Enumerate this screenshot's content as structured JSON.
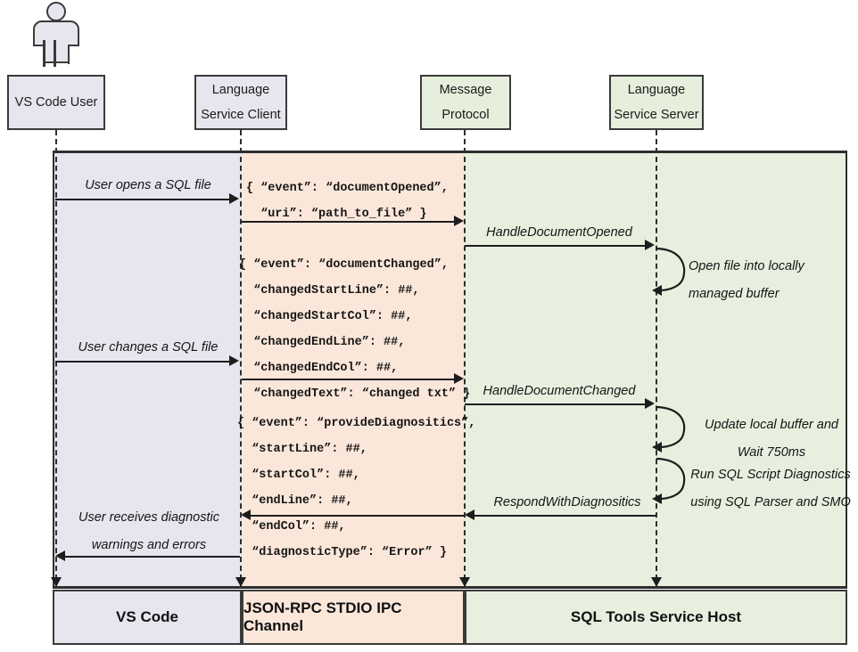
{
  "diagram": {
    "title": "SQL Tools Service sequence diagram",
    "actor": {
      "name": "vs-code-user-actor"
    },
    "lifelines": [
      {
        "id": "vs-code-user",
        "label_lines": [
          "VS Code User"
        ]
      },
      {
        "id": "language-service-client",
        "label_lines": [
          "Language",
          "Service Client"
        ]
      },
      {
        "id": "message-protocol",
        "label_lines": [
          "Message",
          "Protocol"
        ]
      },
      {
        "id": "language-service-server",
        "label_lines": [
          "Language",
          "Service Server"
        ]
      }
    ],
    "messages": [
      {
        "id": "user-opens-sql-file",
        "label_lines": [
          "User opens a SQL file"
        ]
      },
      {
        "id": "handle-document-opened",
        "label_lines": [
          "HandleDocumentOpened"
        ]
      },
      {
        "id": "user-changes-sql-file",
        "label_lines": [
          "User changes a SQL file"
        ]
      },
      {
        "id": "handle-document-changed",
        "label_lines": [
          "HandleDocumentChanged"
        ]
      },
      {
        "id": "respond-with-diagnositics",
        "label_lines": [
          "RespondWithDiagnositics"
        ]
      },
      {
        "id": "user-receives-diagnostics",
        "label_lines": [
          "User receives diagnostic",
          "warnings and errors"
        ]
      }
    ],
    "payloads": [
      {
        "id": "document-opened-payload",
        "text": "{ “event”: “documentOpened”,\n  “uri”: “path_to_file” }"
      },
      {
        "id": "document-changed-payload",
        "text": "{ “event”: “documentChanged”,\n  “changedStartLine”: ##,\n  “changedStartCol”: ##,\n  “changedEndLine”: ##,\n  “changedEndCol”: ##,\n  “changedText”: “changed txt” }"
      },
      {
        "id": "provide-diagnositics-payload",
        "text": "{ “event”: “provideDiagnositics”,\n  “startLine”: ##,\n  “startCol”: ##,\n  “endLine”: ##,\n  “endCol”: ##,\n  “diagnosticType”: “Error” }"
      }
    ],
    "self_actions": [
      {
        "id": "open-file-buffer",
        "label_lines": [
          "Open file into locally",
          "managed buffer"
        ]
      },
      {
        "id": "update-buffer-wait",
        "label_lines": [
          "Update local buffer and",
          "Wait 750ms"
        ]
      },
      {
        "id": "run-sql-diagnostics",
        "label_lines": [
          "Run SQL Script Diagnostics",
          "using SQL Parser and SMO"
        ]
      }
    ],
    "footer": [
      {
        "id": "footer-vs-code",
        "label": "VS Code"
      },
      {
        "id": "footer-jsonrpc",
        "label": "JSON-RPC STDIO IPC Channel"
      },
      {
        "id": "footer-sql-tools-host",
        "label": "SQL Tools Service Host"
      }
    ],
    "colors": {
      "lavender": "#e8e5ef",
      "orange": "#fbe7da",
      "green": "#e8efdf",
      "green_header": "#e6eedc",
      "stroke": "#3a3a3a",
      "arrow": "#1d1d1d"
    }
  }
}
